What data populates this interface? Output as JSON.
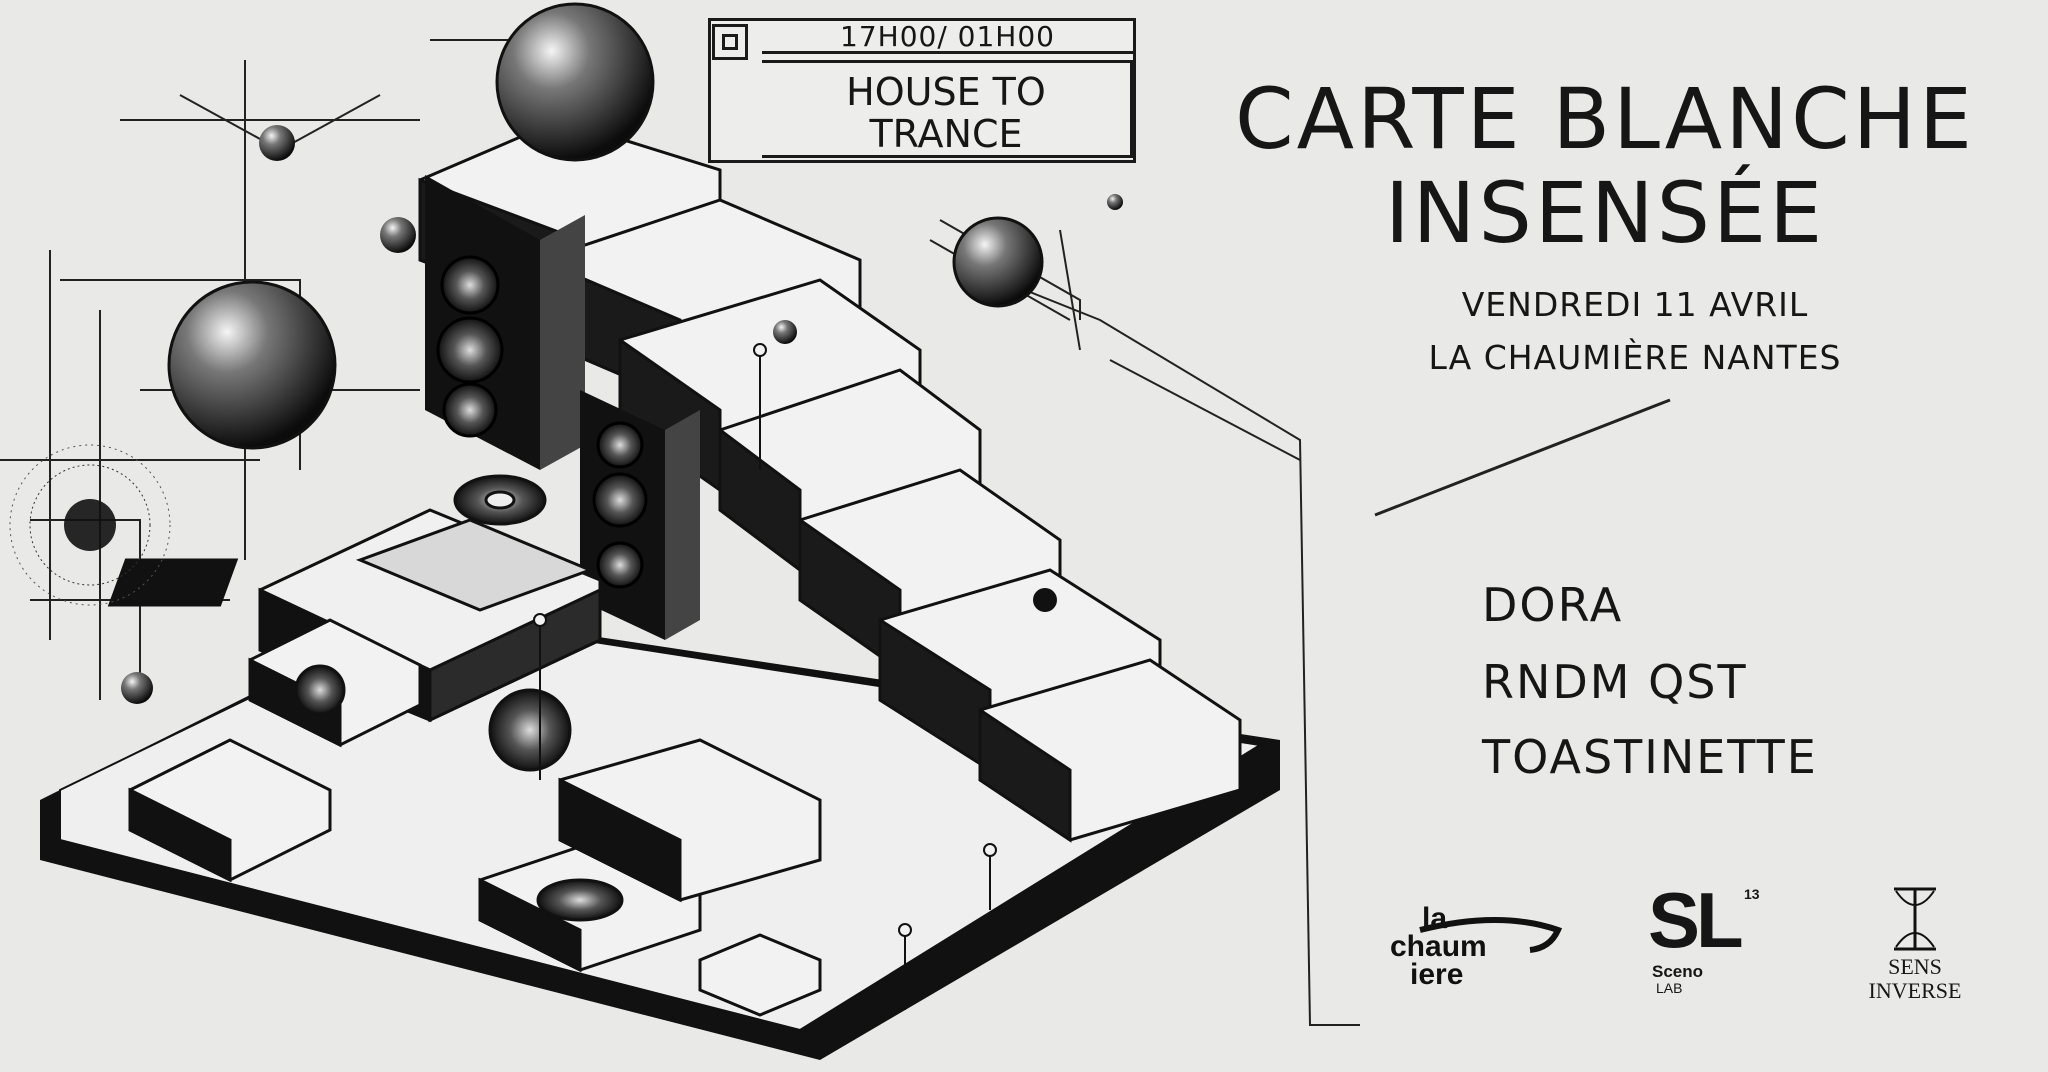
{
  "event": {
    "time": "17H00/ 01H00",
    "genre": "HOUSE TO\nTRANCE",
    "title": "CARTE BLANCHE\nINSENSÉE",
    "date": "VENDREDI 11 AVRIL",
    "venue": "LA CHAUMIÈRE NANTES"
  },
  "artists": [
    "DORA",
    "RNDM QST",
    "TOASTINETTE"
  ],
  "logos": {
    "chaumiere": {
      "line1": "la",
      "line2": "chaum",
      "line3": "iere"
    },
    "scenolab": {
      "mark": "SL",
      "sup": "13",
      "name": "Sceno",
      "sub": "LAB"
    },
    "sens_inverse": {
      "text": "SENS\nINVERSE"
    }
  },
  "colors": {
    "background": "#e9e9e7",
    "ink": "#161616"
  }
}
